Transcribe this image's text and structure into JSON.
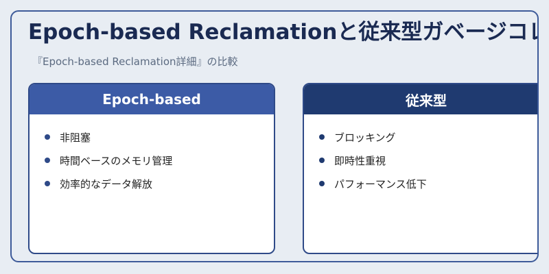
{
  "header": {
    "title": "Epoch-based Reclamationと従来型ガベージコレクション",
    "subtitle": "『Epoch-based Reclamation詳細』の比較"
  },
  "cards": [
    {
      "title": "Epoch-based",
      "items": [
        "非阻塞",
        "時間ベースのメモリ管理",
        "効率的なデータ解放"
      ]
    },
    {
      "title": "従来型",
      "items": [
        "ブロッキング",
        "即時性重視",
        "パフォーマンス低下"
      ]
    }
  ]
}
